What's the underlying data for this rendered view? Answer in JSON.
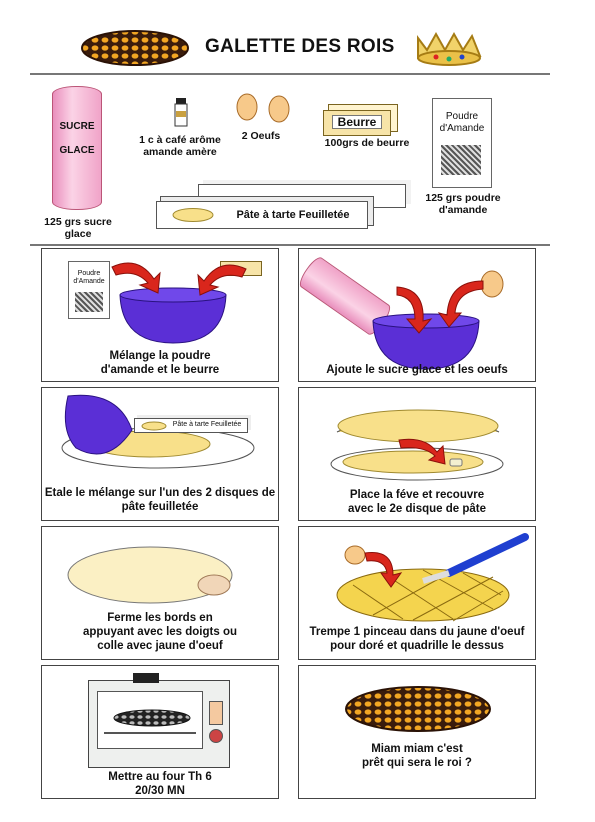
{
  "title": "GALETTE DES ROIS",
  "ingredients": {
    "sucre_label1": "SUCRE",
    "sucre_label2": "GLACE",
    "sucre_caption": "125 grs sucre glace",
    "arome": "1 c à café arôme amande amère",
    "oeufs": "2 Oeufs",
    "beurre_label": "Beurre",
    "beurre_caption": "100grs de beurre",
    "poudre_label": "Poudre d'Amande",
    "poudre_caption": "125 grs poudre d'amande",
    "pate_label": "Pâte à tarte Feuilletée"
  },
  "steps": [
    {
      "caption": "Mélange la poudre d'amande et le beurre",
      "mini_label": "Poudre d'Amande"
    },
    {
      "caption": "Ajoute le sucre glace et les oeufs"
    },
    {
      "caption": "Etale le mélange sur l'un des 2 disques de pâte feuilletée",
      "mini_label": "Pâte à tarte Feuilletée"
    },
    {
      "caption": "Place la féve et recouvre avec le 2e disque de pâte"
    },
    {
      "caption": "Ferme les bords en appuyant avec les doigts ou colle avec jaune d'oeuf"
    },
    {
      "caption": "Trempe 1 pinceau dans du jaune d'oeuf pour doré et quadrille le dessus"
    },
    {
      "caption": "Mettre au four Th 6 20/30 MN"
    },
    {
      "caption": "Miam miam c'est prêt qui sera le roi ?"
    }
  ],
  "colors": {
    "bowl": "#5b2fd6",
    "arrow": "#d9261c",
    "dough": "#f8e08a",
    "galette_dark": "#3a1c0c",
    "galette_light": "#f2a623",
    "tube": "#f4a9cc"
  }
}
